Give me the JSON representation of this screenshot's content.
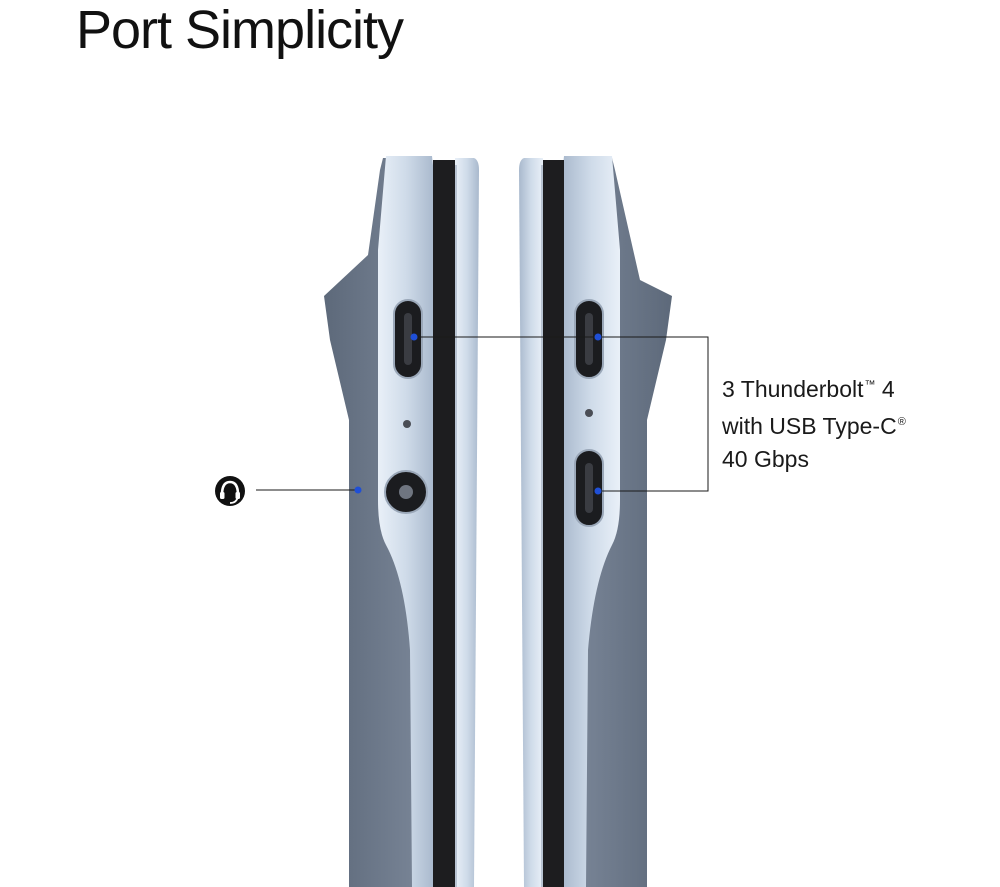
{
  "page": {
    "title": "Port Simplicity"
  },
  "callouts": {
    "thunderbolt": {
      "line1": "3 Thunderbolt",
      "line1_mark": "™",
      "line1_suffix": " 4",
      "line2": "with USB Type-C",
      "line2_mark": "®",
      "line3": "40 Gbps"
    },
    "audio": {
      "icon": "headset-icon"
    }
  },
  "colors": {
    "accent_dot": "#1f4fd6",
    "body_dark": "#6a7688",
    "body_light": "#c9d6e6",
    "screen": "#1d1d1f"
  }
}
